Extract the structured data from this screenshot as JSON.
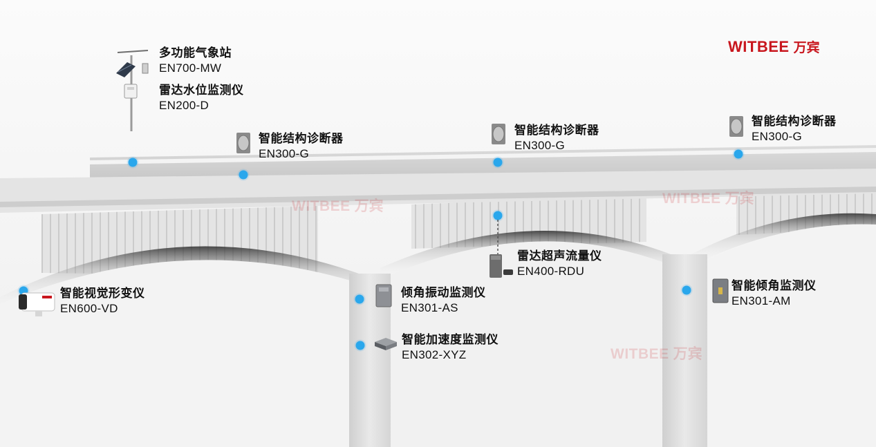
{
  "brand": {
    "text": "WITBEE",
    "cn": "万宾",
    "color": "#c8161d"
  },
  "watermarks": [
    {
      "text": "WITBEE",
      "cn": "万宾"
    },
    {
      "text": "WITBEE",
      "cn": "万宾"
    },
    {
      "text": "WITBEE",
      "cn": "万宾"
    }
  ],
  "marker_color": "#2aa7ec",
  "devices": [
    {
      "name": "多功能气象站",
      "model": "EN700-MW",
      "icon": "weather-station-icon"
    },
    {
      "name": "雷达水位监测仪",
      "model": "EN200-D",
      "icon": "radar-water-level-icon"
    },
    {
      "name": "智能结构诊断器",
      "model": "EN300-G",
      "icon": "structure-diagnostic-icon"
    },
    {
      "name": "智能结构诊断器",
      "model": "EN300-G",
      "icon": "structure-diagnostic-icon"
    },
    {
      "name": "智能结构诊断器",
      "model": "EN300-G",
      "icon": "structure-diagnostic-icon"
    },
    {
      "name": "雷达超声流量仪",
      "model": "EN400-RDU",
      "icon": "radar-flow-meter-icon"
    },
    {
      "name": "智能视觉形变仪",
      "model": "EN600-VD",
      "icon": "vision-camera-icon"
    },
    {
      "name": "倾角振动监测仪",
      "model": "EN301-AS",
      "icon": "tilt-vibration-sensor-icon"
    },
    {
      "name": "智能加速度监测仪",
      "model": "EN302-XYZ",
      "icon": "acceleration-sensor-icon"
    },
    {
      "name": "智能倾角监测仪",
      "model": "EN301-AM",
      "icon": "tilt-sensor-icon"
    }
  ]
}
